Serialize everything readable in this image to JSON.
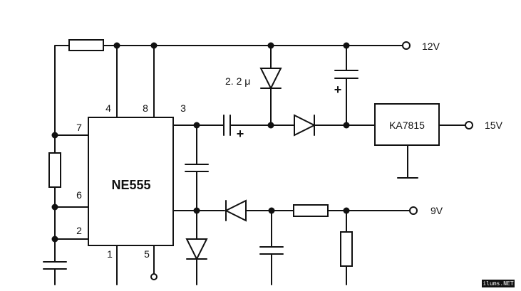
{
  "ic": {
    "name": "NE555",
    "pins": {
      "p4": "4",
      "p8": "8",
      "p3": "3",
      "p7": "7",
      "p6": "6",
      "p2": "2",
      "p1": "1",
      "p5": "5"
    }
  },
  "regulator": {
    "name": "KA7815"
  },
  "outputs": {
    "v12": "12V",
    "v15": "15V",
    "v9": "9V"
  },
  "cap_value": "2. 2 μ",
  "polarity": {
    "plus1": "+",
    "plus2": "+"
  },
  "watermark": "ilums.NET"
}
